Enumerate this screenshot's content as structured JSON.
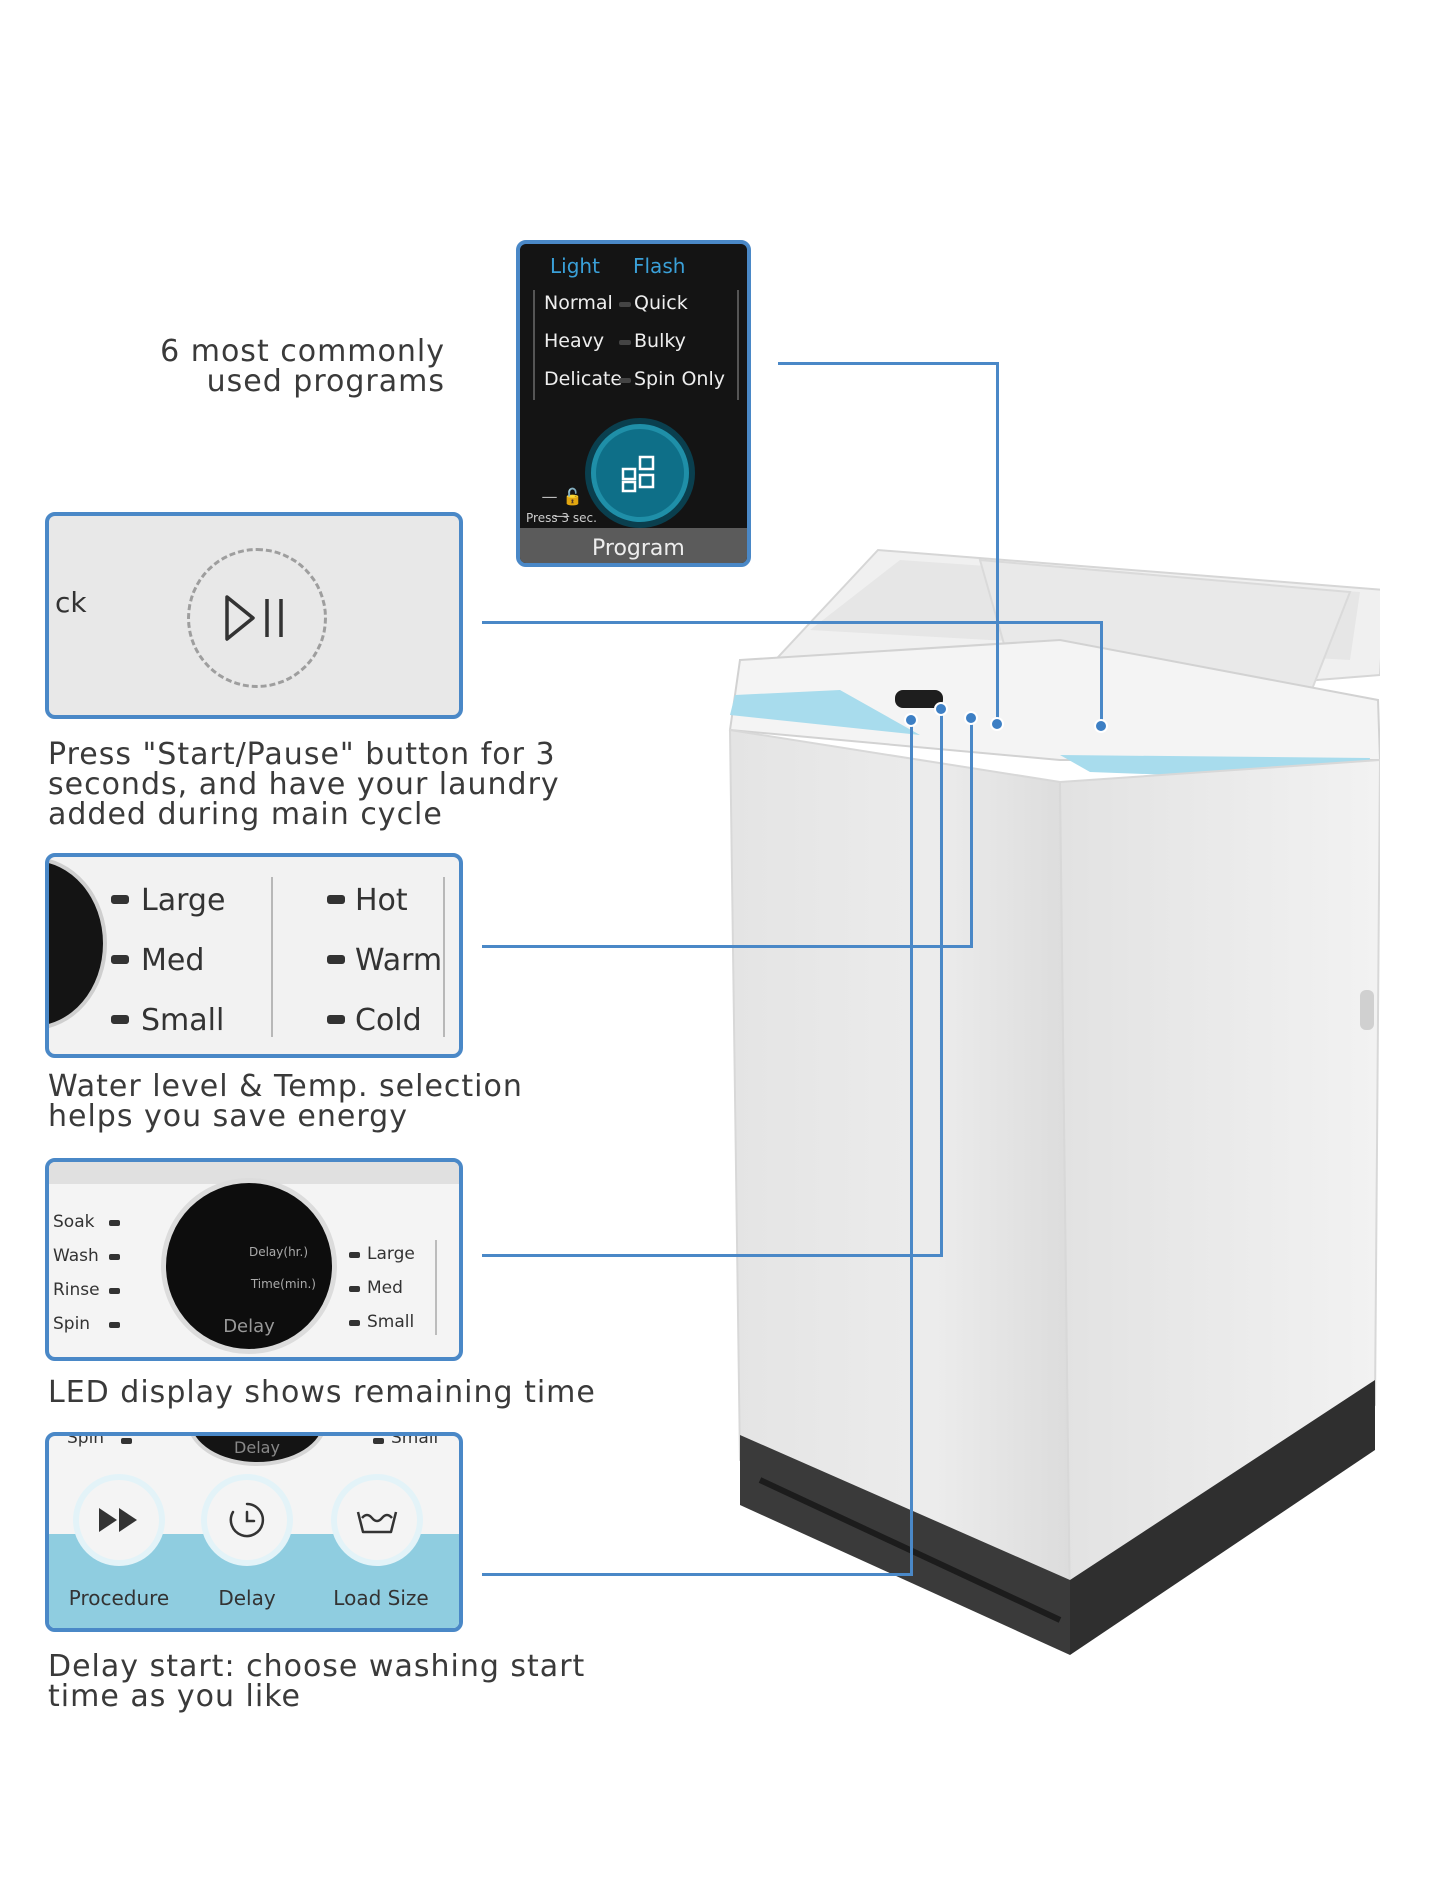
{
  "captions": {
    "programs": {
      "line1": "6 most commonly",
      "line2": "used programs"
    },
    "start_pause": {
      "line1": "Press \"Start/Pause\" button for 3",
      "line2": "seconds, and have your laundry",
      "line3": "added during main cycle"
    },
    "water_temp": {
      "line1": "Water level & Temp. selection",
      "line2": "helps you save energy"
    },
    "led": {
      "line1": "LED display shows remaining time"
    },
    "delay": {
      "line1": "Delay start: choose washing start",
      "line2": "time as you like"
    }
  },
  "program_panel": {
    "header_left": "Light",
    "header_right": "Flash",
    "programs": [
      [
        "Normal",
        "Quick"
      ],
      [
        "Heavy",
        "Bulky"
      ],
      [
        "Delicate",
        "Spin Only"
      ]
    ],
    "lock_hint": "Press 3 sec.",
    "button_label": "Program"
  },
  "start_panel": {
    "partial_text": "ck"
  },
  "level_temp_panel": {
    "levels": [
      "Large",
      "Med",
      "Small"
    ],
    "temps": [
      "Hot",
      "Warm",
      "Cold"
    ]
  },
  "led_panel": {
    "procedures": [
      "Soak",
      "Wash",
      "Rinse",
      "Spin"
    ],
    "display_line1": "Delay(hr.)",
    "display_line2": "Time(min.)",
    "display_label": "Delay",
    "sizes": [
      "Large",
      "Med",
      "Small"
    ]
  },
  "buttons_panel": {
    "top_left": "Spin",
    "top_mid": "Delay",
    "top_right": "Small",
    "buttons": [
      "Procedure",
      "Delay",
      "Load Size"
    ]
  },
  "colors": {
    "accent": "#4a88c7",
    "cyan": "#7fc6dd",
    "highlight": "#3aa0d8"
  }
}
